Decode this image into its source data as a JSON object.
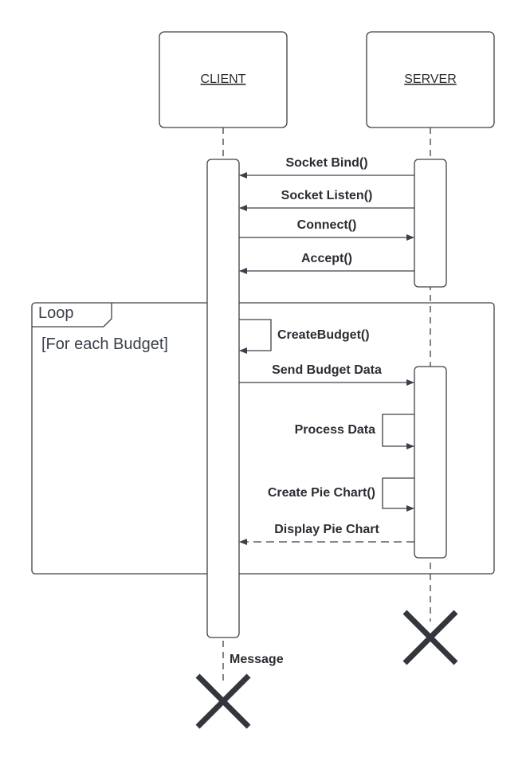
{
  "actors": {
    "client": "CLIENT",
    "server": "SERVER"
  },
  "loop": {
    "keyword": "Loop",
    "guard": "[For each Budget]"
  },
  "messages": {
    "socket_bind": "Socket Bind()",
    "socket_listen": "Socket Listen()",
    "connect": "Connect()",
    "accept": "Accept()",
    "create_budget": "CreateBudget()",
    "send_budget_data": "Send Budget Data",
    "process_data": "Process Data",
    "create_pie_chart": "Create Pie Chart()",
    "display_pie_chart": "Display Pie Chart"
  },
  "client_end_label": "Message"
}
